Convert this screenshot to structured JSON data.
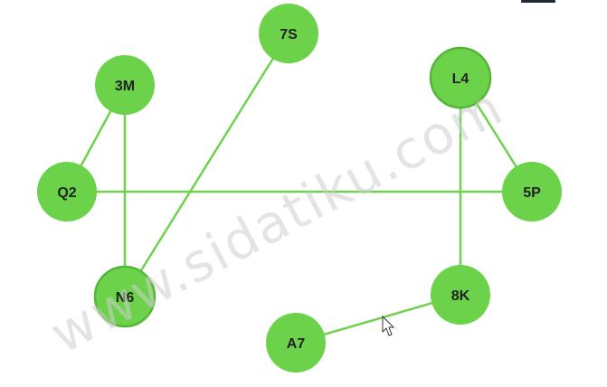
{
  "graph": {
    "nodes": [
      {
        "id": "7S",
        "label": "7S"
      },
      {
        "id": "3M",
        "label": "3M"
      },
      {
        "id": "L4",
        "label": "L4"
      },
      {
        "id": "Q2",
        "label": "Q2"
      },
      {
        "id": "5P",
        "label": "5P"
      },
      {
        "id": "N6",
        "label": "N6"
      },
      {
        "id": "8K",
        "label": "8K"
      },
      {
        "id": "A7",
        "label": "A7"
      }
    ],
    "edges": [
      {
        "from": "3M",
        "to": "Q2"
      },
      {
        "from": "3M",
        "to": "N6"
      },
      {
        "from": "7S",
        "to": "N6"
      },
      {
        "from": "Q2",
        "to": "5P"
      },
      {
        "from": "L4",
        "to": "5P"
      },
      {
        "from": "L4",
        "to": "8K"
      },
      {
        "from": "8K",
        "to": "A7"
      }
    ]
  },
  "watermark": {
    "text": "www.sidatiku.com"
  },
  "colors": {
    "node_fill": "#6bd24a",
    "node_ring": "#56b43a",
    "edge": "#6fd14e",
    "label": "#222222"
  }
}
